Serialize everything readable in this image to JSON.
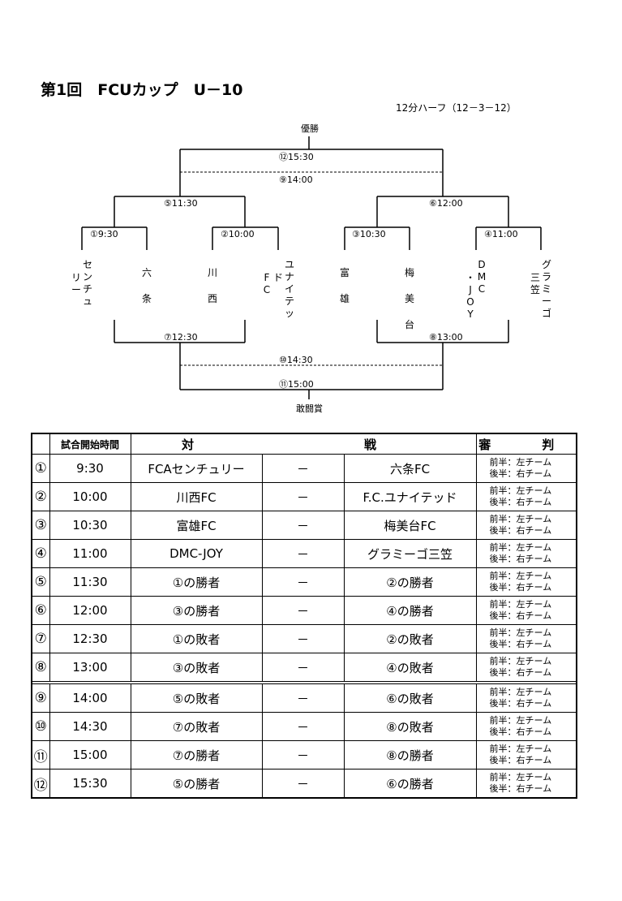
{
  "title": "第1回　FCUカップ　U－10",
  "subtitle": "12分ハーフ（12－3－12）",
  "bracket": {
    "champion_label": "優勝",
    "fighting_spirit_label": "敢闘賞",
    "match_labels": {
      "m1": "①9:30",
      "m2": "②10:00",
      "m3": "③10:30",
      "m4": "④11:00",
      "m5": "⑤11:30",
      "m6": "⑥12:00",
      "m7": "⑦12:30",
      "m8": "⑧13:00",
      "m9": "⑨14:00",
      "m10": "⑩14:30",
      "m11": "⑪15:00",
      "m12": "⑫15:30"
    },
    "teams": [
      {
        "col1": "センチュ",
        "col2": "リー"
      },
      {
        "col1": "六条",
        "col2": ""
      },
      {
        "col1": "川西",
        "col2": ""
      },
      {
        "col1": "ユナイテッ",
        "col2": "ド",
        "col3": "FC"
      },
      {
        "col1": "富雄",
        "col2": ""
      },
      {
        "col1": "梅美台",
        "col2": ""
      },
      {
        "col1": "DMC",
        "col2": "・JOY"
      },
      {
        "col1": "グラミーゴ",
        "col2": "三笠"
      }
    ]
  },
  "schedule": {
    "headers": {
      "time": "試合開始時間",
      "match": "対　　戦",
      "referee": "審　判"
    },
    "rows": [
      {
        "no": "①",
        "time": "9:30",
        "home": "FCAセンチュリー",
        "vs": "－",
        "away": "六条FC",
        "ref1": "前半：左チーム",
        "ref2": "後半：右チーム"
      },
      {
        "no": "②",
        "time": "10:00",
        "home": "川西FC",
        "vs": "－",
        "away": "F.C.ユナイテッド",
        "ref1": "前半：左チーム",
        "ref2": "後半：右チーム"
      },
      {
        "no": "③",
        "time": "10:30",
        "home": "富雄FC",
        "vs": "－",
        "away": "梅美台FC",
        "ref1": "前半：左チーム",
        "ref2": "後半：右チーム"
      },
      {
        "no": "④",
        "time": "11:00",
        "home": "DMC-JOY",
        "vs": "－",
        "away": "グラミーゴ三笠",
        "ref1": "前半：左チーム",
        "ref2": "後半：右チーム"
      },
      {
        "no": "⑤",
        "time": "11:30",
        "home": "①の勝者",
        "vs": "－",
        "away": "②の勝者",
        "ref1": "前半：左チーム",
        "ref2": "後半：右チーム"
      },
      {
        "no": "⑥",
        "time": "12:00",
        "home": "③の勝者",
        "vs": "－",
        "away": "④の勝者",
        "ref1": "前半：左チーム",
        "ref2": "後半：右チーム"
      },
      {
        "no": "⑦",
        "time": "12:30",
        "home": "①の敗者",
        "vs": "－",
        "away": "②の敗者",
        "ref1": "前半：左チーム",
        "ref2": "後半：右チーム"
      },
      {
        "no": "⑧",
        "time": "13:00",
        "home": "③の敗者",
        "vs": "－",
        "away": "④の敗者",
        "ref1": "前半：左チーム",
        "ref2": "後半：右チーム"
      },
      {
        "no": "⑨",
        "time": "14:00",
        "home": "⑤の敗者",
        "vs": "－",
        "away": "⑥の敗者",
        "ref1": "前半：左チーム",
        "ref2": "後半：右チーム"
      },
      {
        "no": "⑩",
        "time": "14:30",
        "home": "⑦の敗者",
        "vs": "－",
        "away": "⑧の敗者",
        "ref1": "前半：左チーム",
        "ref2": "後半：右チーム"
      },
      {
        "no": "⑪",
        "time": "15:00",
        "home": "⑦の勝者",
        "vs": "－",
        "away": "⑧の勝者",
        "ref1": "前半：左チーム",
        "ref2": "後半：右チーム"
      },
      {
        "no": "⑫",
        "time": "15:30",
        "home": "⑤の勝者",
        "vs": "－",
        "away": "⑥の勝者",
        "ref1": "前半：左チーム",
        "ref2": "後半：右チーム"
      }
    ]
  }
}
